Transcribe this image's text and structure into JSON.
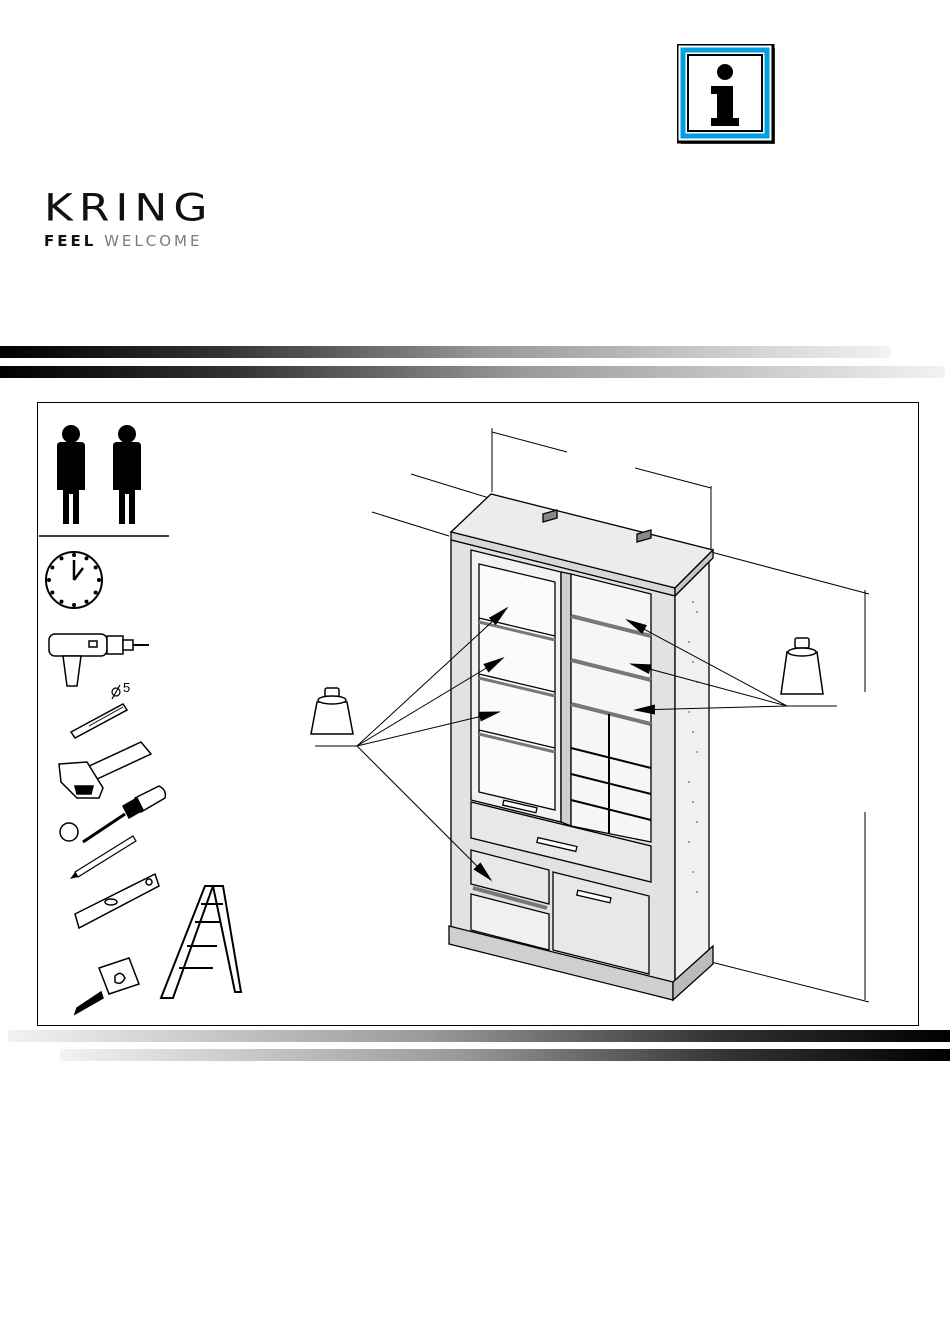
{
  "brand": {
    "name": "KRING",
    "tagline_part1": "FEEL",
    "tagline_part2": "WELCOME"
  },
  "info_symbol": "i",
  "tools": {
    "persons_required": 2,
    "drill_bit_label": "5",
    "icons": [
      "two-persons-icon",
      "clock-icon",
      "power-drill-icon",
      "drill-bit-icon",
      "hammer-icon",
      "screwdriver-icon",
      "pencil-icon",
      "spirit-level-icon",
      "tape-measure-icon",
      "step-ladder-icon"
    ]
  },
  "diagram": {
    "subject": "display-cabinet",
    "weight_icons": [
      "weight-icon-left",
      "weight-icon-right"
    ],
    "max_load_markers": 7
  },
  "colors": {
    "info_border": "#00a0e0",
    "ink": "#000000",
    "cabinet_fill": "#e6e6e6",
    "band_dark": "#000000"
  }
}
